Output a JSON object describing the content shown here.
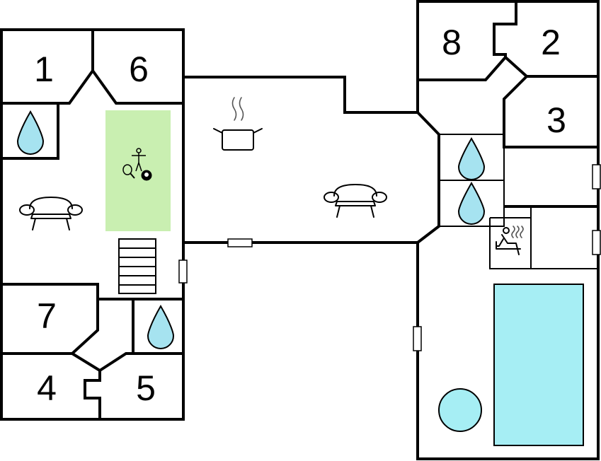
{
  "colors": {
    "wall": "#000000",
    "water": "#a6e3f0",
    "pool": "#a6eef4",
    "game_area": "#c9efb1",
    "background": "#ffffff"
  },
  "rooms": [
    {
      "number": "1",
      "type": "bedroom"
    },
    {
      "number": "6",
      "type": "bedroom"
    },
    {
      "number": "7",
      "type": "bedroom"
    },
    {
      "number": "4",
      "type": "bedroom"
    },
    {
      "number": "5",
      "type": "bedroom"
    },
    {
      "number": "8",
      "type": "bedroom"
    },
    {
      "number": "2",
      "type": "bedroom"
    },
    {
      "number": "3",
      "type": "bedroom"
    }
  ],
  "icons": {
    "bathroom": "water-drop-icon",
    "sofa": "sofa-icon",
    "kitchen": "cooking-pot-icon",
    "game_room": "table-tennis-billiards-icon",
    "sauna": "sauna-icon",
    "pool": "swimming-pool",
    "hot_tub": "hot-tub",
    "stairs": "staircase",
    "window": "window-marker"
  }
}
